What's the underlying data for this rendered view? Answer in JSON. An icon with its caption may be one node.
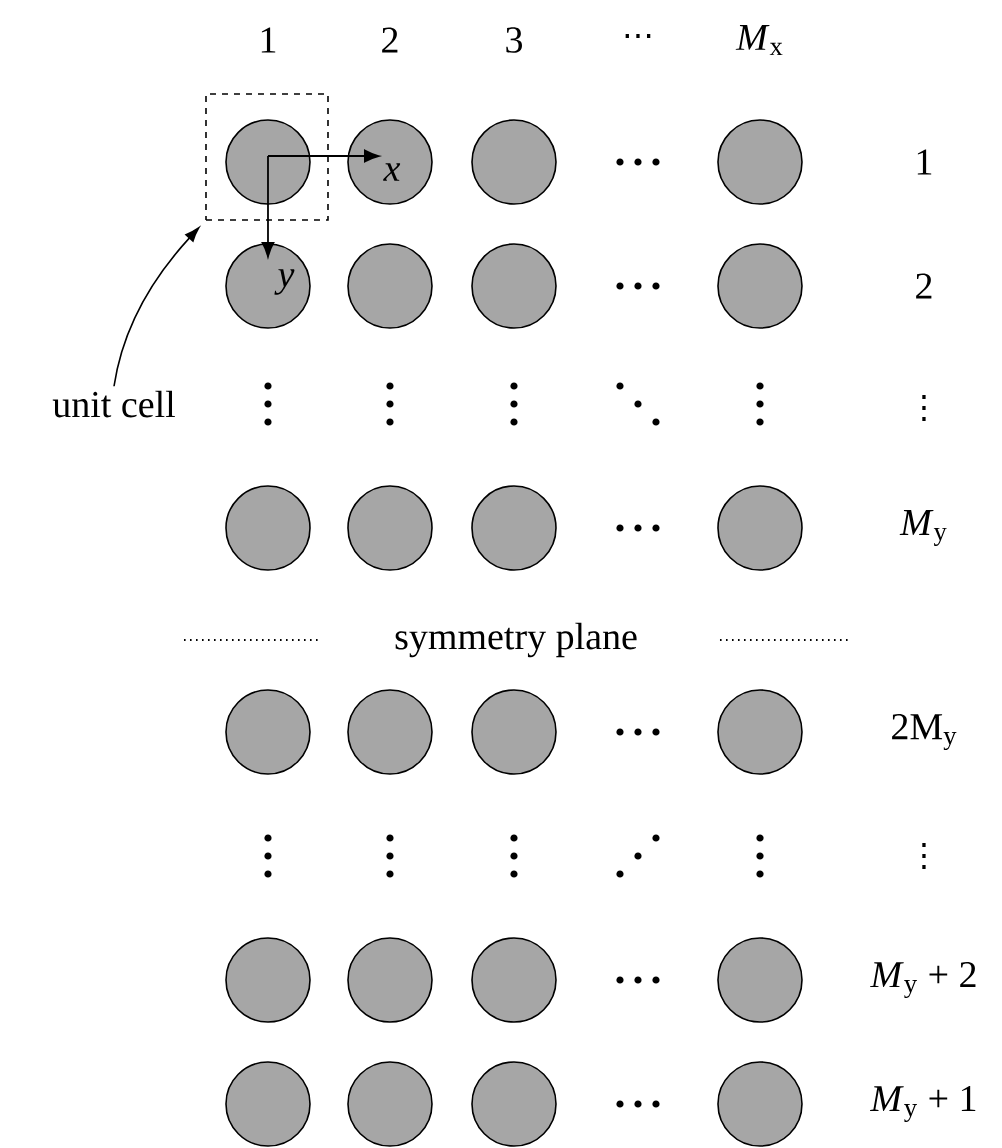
{
  "diagram": {
    "nodes": [
      {
        "text": [
          "unit cell"
        ]
      },
      {
        "text": [],
        "shape": "box"
      }
    ],
    "edges": [
      {
        "from": 0,
        "to": 1,
        "arrow": "to"
      }
    ],
    "labels": [
      "1",
      "2",
      "3",
      "⋯",
      "*M*$_{x}$",
      "1",
      "*x*",
      "*y*",
      "2",
      "⋮",
      "*M*$_{y}$",
      "symmetry plane",
      "2M$_{y}$",
      "⋮",
      "*M*$_{y}$ + 2",
      "*M*$_{y}$ + 1"
    ]
  }
}
